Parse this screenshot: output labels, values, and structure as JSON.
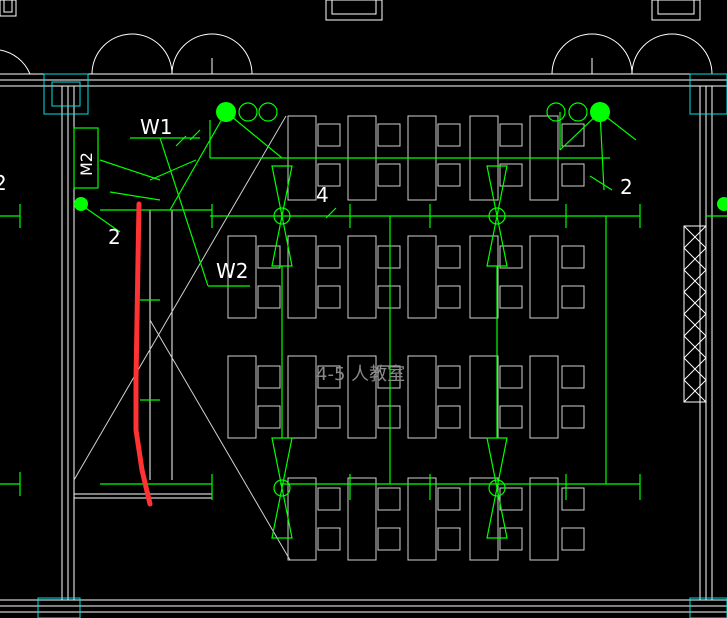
{
  "colors": {
    "background": "#000000",
    "wall": "#ffffff",
    "furniture": "#d0d0d0",
    "wiring": "#00ff00",
    "markup": "#ff3333",
    "lamp_fill": "#00ff00"
  },
  "labels": {
    "w1": "W1",
    "w2": "W2",
    "m2": "M2",
    "circuit_left": "2",
    "circuit_right": "2",
    "circuit_mid": "4",
    "circuit_edge": "2",
    "room_name": "4-5 人教室"
  }
}
